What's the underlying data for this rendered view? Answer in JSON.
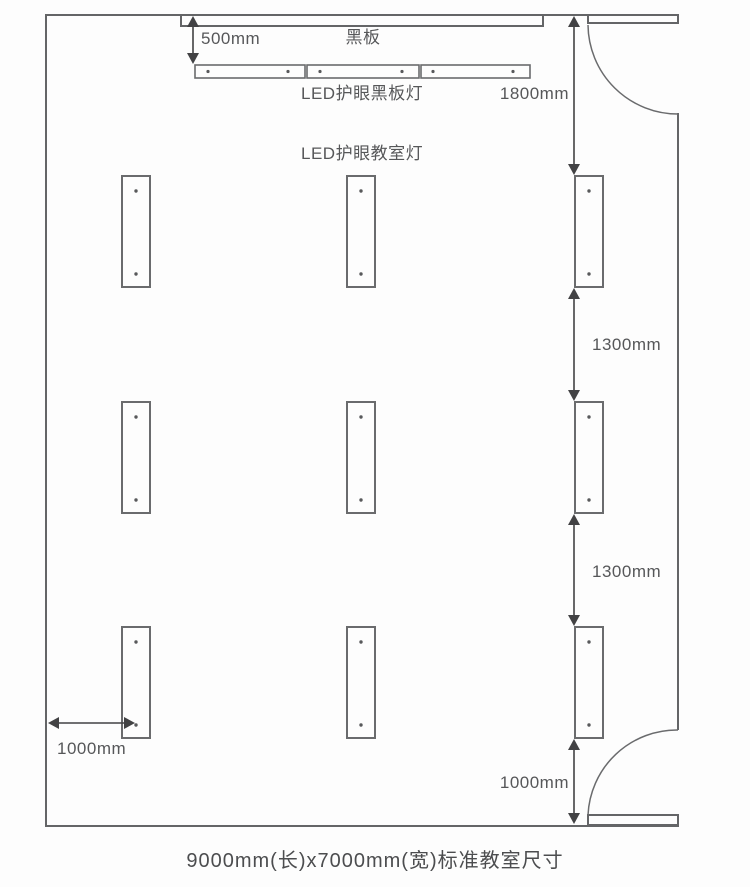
{
  "page": {
    "background": "#fdfdfd"
  },
  "colors": {
    "wall": "#646567",
    "fixture": "#6a6b6d",
    "dimension": "#424244",
    "label_text": "#565759",
    "caption_text": "#4c4d4f"
  },
  "labels": {
    "blackboard": "黑板",
    "blackboard_light": "LED护眼黑板灯",
    "classroom_light": "LED护眼教室灯"
  },
  "dimensions": {
    "board_to_light": "500mm",
    "wall_to_row1": "1800mm",
    "row1_to_row2": "1300mm",
    "row2_to_row3": "1300mm",
    "row3_to_wall": "1000mm",
    "wall_to_col1": "1000mm"
  },
  "caption": "9000mm(长)x7000mm(宽)标准教室尺寸"
}
